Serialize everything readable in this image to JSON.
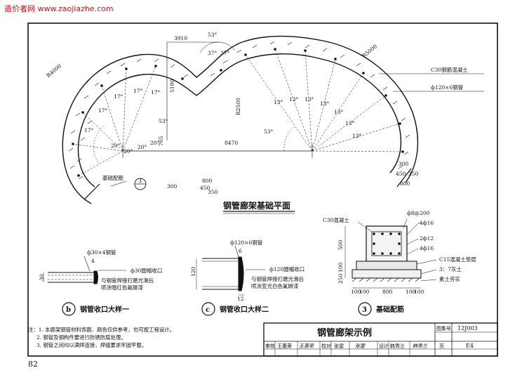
{
  "watermark": "造价者网 www.zaojiazhe.com",
  "page_number": "82",
  "plan": {
    "title": "钢管廊架基础平面",
    "dims": {
      "d3910": "3910",
      "d5190": "5190",
      "d8470": "8470",
      "d765": "765",
      "r4000": "R4000",
      "r5000": "R5000",
      "r2500": "R2500",
      "d800a": "800",
      "d350a": "350",
      "d450": "450",
      "d300a": "300",
      "d800b": "800",
      "d450b": "450",
      "d350b": "350",
      "d300b": "300"
    },
    "angles": {
      "a53_top": "53°",
      "a37a": "37°",
      "a37b": "37°",
      "a17": "17°",
      "a13": "13°",
      "a20": "20°",
      "a53_left": "53°",
      "a53_mid": "53°"
    },
    "labels": {
      "concrete": "C30钢筋混凝土",
      "pipe": "ф120×6钢管",
      "foundation_rebar": "基础配筋",
      "ref_num": "3"
    }
  },
  "detail_b": {
    "circle": "b",
    "title": "钢管收口大样一",
    "pipe": "ф30×4钢管",
    "dim4": "4",
    "cap": "ф30圆帽收口",
    "dim30": "30",
    "note1": "与钢管焊接打磨光滑后",
    "note2": "喷涂暗红色氟碳漆"
  },
  "detail_c": {
    "circle": "c",
    "title": "钢管收口大样二",
    "pipe": "ф120×6钢管",
    "dim6": "6",
    "cap": "ф120圆帽收口",
    "dim120": "120",
    "dim12": "12",
    "note1": "与钢管焊接打磨光滑后",
    "note2": "喷涂亚光白色氟碳漆"
  },
  "detail_3": {
    "circle": "3",
    "title": "基础配筋",
    "concrete": "C30混凝土",
    "stirrup": "ф8@200",
    "r1": "4ф16",
    "r2": "2ф12",
    "r3": "4ф16",
    "cushion": "C15混凝土垫层",
    "lime": "3：7灰土",
    "soil": "素土夯实",
    "dim500": "500",
    "dim100": "100",
    "dim250": "250",
    "bottom_dims": [
      "100",
      "100",
      "800",
      "100",
      "100"
    ]
  },
  "notes": [
    "注：1. 本廊架钢管材料饰面、颜色仅供参考，也可按工程设计。",
    "2. 钢管及钢构件要进行防锈防腐处理。",
    "3. 钢管之间均以满焊连接，焊缝要求牢固平整。"
  ],
  "title_block": {
    "title": "钢管廊架示例",
    "atlas_label": "图集号",
    "atlas_no": "12J003",
    "page_label": "页",
    "page_no": "E4",
    "roles": [
      {
        "role": "审核",
        "name": "王惠荣",
        "sign": "王惠荣"
      },
      {
        "role": "校对",
        "name": "张雷",
        "sign": "张雷"
      },
      {
        "role": "设计",
        "name": "韩秀兰",
        "sign": "韩秀兰"
      }
    ]
  }
}
